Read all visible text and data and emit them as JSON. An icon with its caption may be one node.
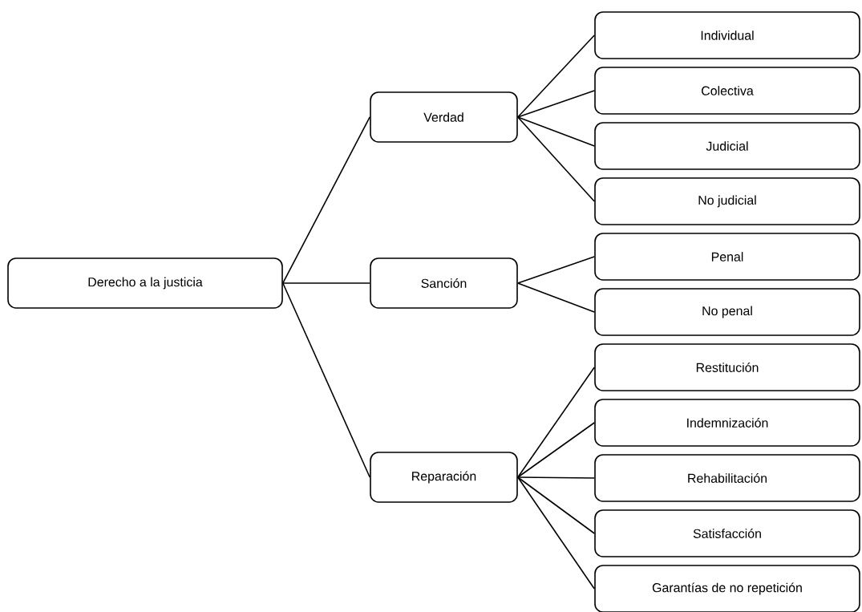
{
  "diagram": {
    "nodes": [
      {
        "text": [
          "Derecho a la justicia"
        ]
      },
      {
        "text": [
          "Verdad"
        ]
      },
      {
        "text": [
          "Sanción"
        ]
      },
      {
        "text": [
          "Reparación"
        ]
      },
      {
        "text": [
          "Individual"
        ]
      },
      {
        "text": [
          "Colectiva"
        ]
      },
      {
        "text": [
          "Judicial"
        ]
      },
      {
        "text": [
          "No judicial"
        ]
      },
      {
        "text": [
          "Penal"
        ]
      },
      {
        "text": [
          "No penal"
        ]
      },
      {
        "text": [
          "Restitución"
        ]
      },
      {
        "text": [
          "Indemnización"
        ]
      },
      {
        "text": [
          "Rehabilitación"
        ]
      },
      {
        "text": [
          "Satisfacción"
        ]
      },
      {
        "text": [
          "Garantías de no repetición"
        ]
      }
    ],
    "edges": [
      {
        "from": 0,
        "to": 1,
        "arrow": "none"
      },
      {
        "from": 0,
        "to": 2,
        "arrow": "none"
      },
      {
        "from": 0,
        "to": 3,
        "arrow": "none"
      },
      {
        "from": 1,
        "to": 4,
        "arrow": "none"
      },
      {
        "from": 1,
        "to": 5,
        "arrow": "none"
      },
      {
        "from": 1,
        "to": 6,
        "arrow": "none"
      },
      {
        "from": 1,
        "to": 7,
        "arrow": "none"
      },
      {
        "from": 2,
        "to": 8,
        "arrow": "none"
      },
      {
        "from": 2,
        "to": 9,
        "arrow": "none"
      },
      {
        "from": 3,
        "to": 10,
        "arrow": "none"
      },
      {
        "from": 3,
        "to": 11,
        "arrow": "none"
      },
      {
        "from": 3,
        "to": 12,
        "arrow": "none"
      },
      {
        "from": 3,
        "to": 13,
        "arrow": "none"
      },
      {
        "from": 3,
        "to": 14,
        "arrow": "none"
      }
    ]
  }
}
